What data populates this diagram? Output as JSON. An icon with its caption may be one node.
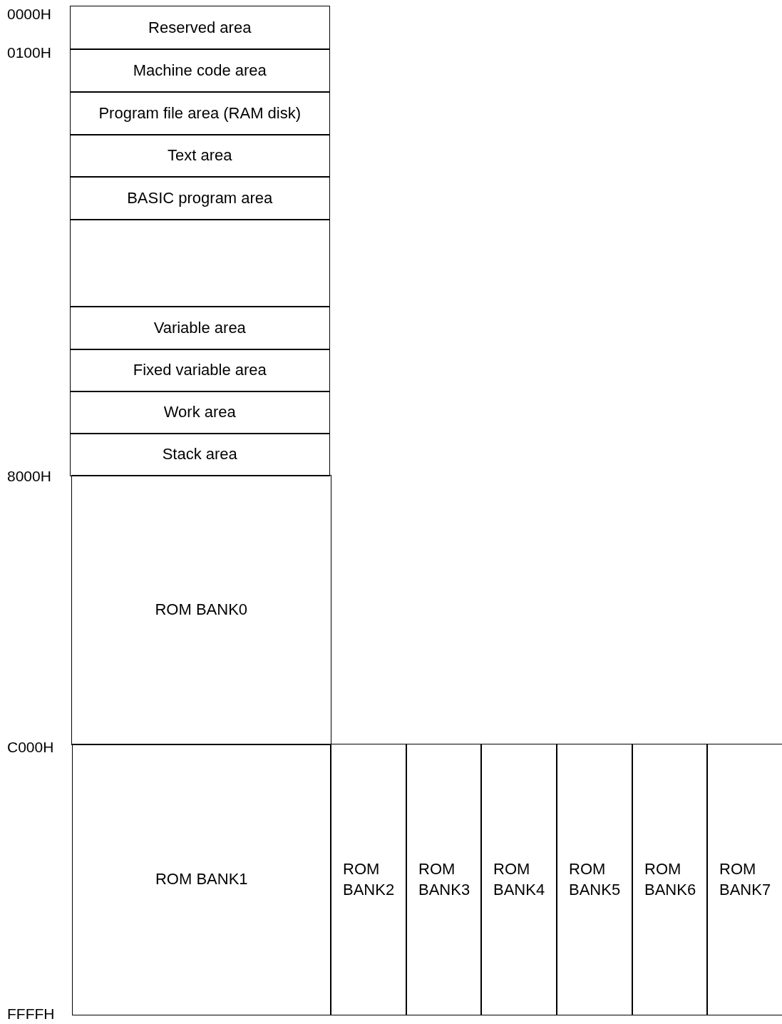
{
  "diagram": {
    "nodes": [
      {
        "text": [
          "Reserved area"
        ]
      },
      {
        "text": [
          "Machine code area"
        ]
      },
      {
        "text": [
          "Program file area (RAM disk)"
        ]
      },
      {
        "text": [
          "Text area"
        ]
      },
      {
        "text": [
          "BASIC program area"
        ]
      },
      {
        "text": [],
        "shape": "box"
      },
      {
        "text": [
          "Variable area"
        ]
      },
      {
        "text": [
          "Fixed variable area"
        ]
      },
      {
        "text": [
          "Work area"
        ]
      },
      {
        "text": [
          "Stack area"
        ]
      },
      {
        "text": [
          "ROM BANK0"
        ]
      },
      {
        "text": [
          "ROM BANK1"
        ]
      },
      {
        "text": [
          "ROM BANK2"
        ]
      },
      {
        "text": [
          "ROM BANK3"
        ]
      },
      {
        "text": [
          "ROM BANK4"
        ]
      },
      {
        "text": [
          "ROM BANK5"
        ]
      },
      {
        "text": [
          "ROM BANK6"
        ]
      },
      {
        "text": [
          "ROM BANK7"
        ]
      }
    ],
    "labels": [
      "0000H",
      "0100H",
      "8000H",
      "C000H",
      "FFFFH"
    ]
  }
}
